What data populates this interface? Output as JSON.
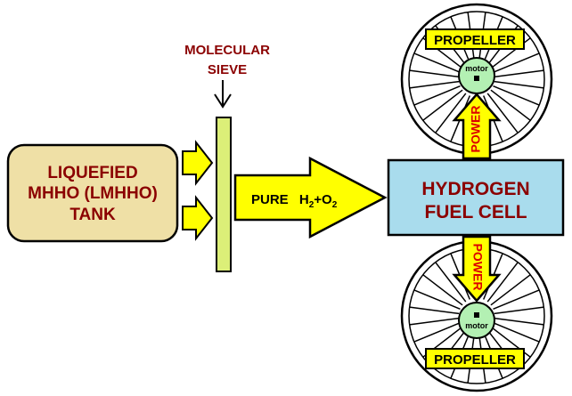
{
  "sieve": {
    "title_line1": "MOLECULAR",
    "title_line2": "SIEVE"
  },
  "tank": {
    "line1": "LIQUEFIED",
    "line2": "MHHO (LMHHO)",
    "line3": "TANK"
  },
  "flow": {
    "pure_label": "PURE",
    "gas_h": "H",
    "gas_h_sub": "2",
    "gas_plus": "+O",
    "gas_o_sub": "2"
  },
  "fuel_cell": {
    "line1": "HYDROGEN",
    "line2": "FUEL CELL"
  },
  "propeller_top": {
    "label": "PROPELLER",
    "motor_label": "motor"
  },
  "propeller_bottom": {
    "label": "PROPELLER",
    "motor_label": "motor"
  },
  "power_top": {
    "label": "POWER"
  },
  "power_bottom": {
    "label": "POWER"
  },
  "colors": {
    "dark_red": "#8b0000",
    "yellow": "#ffff00",
    "sieve_green": "#dcef78",
    "tank_fill": "#efe0a6",
    "fuel_cell_blue": "#a9dced",
    "motor_green": "#b3f0b3",
    "outline": "#000000"
  }
}
